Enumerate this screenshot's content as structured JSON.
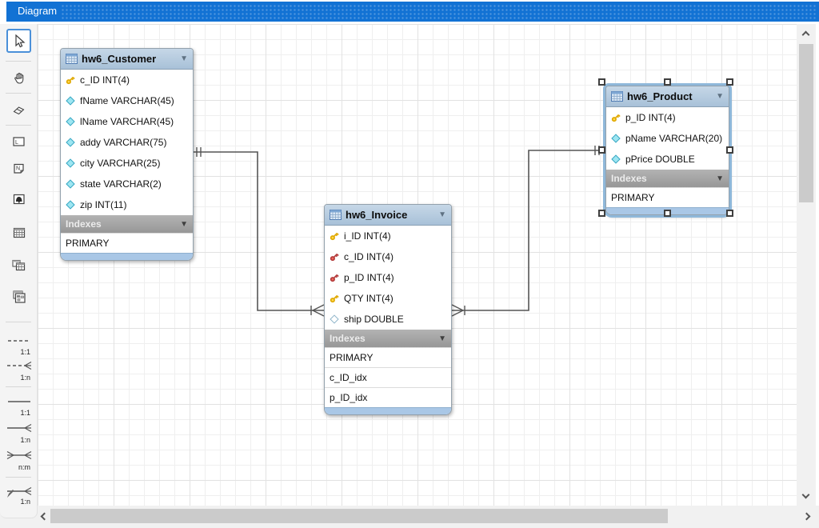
{
  "tab": {
    "title": "Diagram"
  },
  "toolbar": {
    "tools": [
      {
        "name": "pointer-tool",
        "selected": true
      },
      {
        "name": "hand-pan-tool"
      },
      {
        "name": "eraser-tool"
      },
      {
        "name": "layer-tool"
      },
      {
        "name": "note-tool"
      },
      {
        "name": "image-tool"
      },
      {
        "name": "table-tool"
      },
      {
        "name": "view-tool"
      },
      {
        "name": "routine-group-tool"
      }
    ],
    "relation_tools": [
      {
        "name": "rel-1to1-non-identifying",
        "label": "1:1",
        "style": "dashed"
      },
      {
        "name": "rel-1ton-non-identifying",
        "label": "1:n",
        "style": "dashed"
      },
      {
        "name": "rel-1to1-identifying",
        "label": "1:1",
        "style": "solid"
      },
      {
        "name": "rel-1ton-identifying",
        "label": "1:n",
        "style": "solid"
      },
      {
        "name": "rel-ntom-identifying",
        "label": "n:m",
        "style": "solid"
      },
      {
        "name": "rel-1ton-existing-columns",
        "label": "1:n",
        "style": "solid-pen"
      }
    ]
  },
  "tables": {
    "customer": {
      "title": "hw6_Customer",
      "columns": [
        {
          "icon": "primary-key",
          "label": "c_ID INT(4)"
        },
        {
          "icon": "attribute",
          "label": "fName VARCHAR(45)"
        },
        {
          "icon": "attribute",
          "label": "lName VARCHAR(45)"
        },
        {
          "icon": "attribute",
          "label": "addy VARCHAR(75)"
        },
        {
          "icon": "attribute",
          "label": "city VARCHAR(25)"
        },
        {
          "icon": "attribute",
          "label": "state VARCHAR(2)"
        },
        {
          "icon": "attribute",
          "label": "zip INT(11)"
        }
      ],
      "indexes_label": "Indexes",
      "indexes": [
        "PRIMARY"
      ]
    },
    "invoice": {
      "title": "hw6_Invoice",
      "columns": [
        {
          "icon": "primary-key",
          "label": "i_ID INT(4)"
        },
        {
          "icon": "foreign-key",
          "label": "c_ID INT(4)"
        },
        {
          "icon": "foreign-key",
          "label": "p_ID INT(4)"
        },
        {
          "icon": "primary-key",
          "label": "QTY INT(4)"
        },
        {
          "icon": "attribute-nullable",
          "label": "ship DOUBLE"
        }
      ],
      "indexes_label": "Indexes",
      "indexes": [
        "PRIMARY",
        "c_ID_idx",
        "p_ID_idx"
      ]
    },
    "product": {
      "title": "hw6_Product",
      "selected": true,
      "columns": [
        {
          "icon": "primary-key",
          "label": "p_ID INT(4)"
        },
        {
          "icon": "attribute",
          "label": "pName VARCHAR(20)"
        },
        {
          "icon": "attribute",
          "label": "pPrice DOUBLE"
        }
      ],
      "indexes_label": "Indexes",
      "indexes": [
        "PRIMARY"
      ]
    }
  },
  "relationships": [
    {
      "from": "hw6_Customer",
      "to": "hw6_Invoice",
      "cardinality": "1:n",
      "line": "solid"
    },
    {
      "from": "hw6_Product",
      "to": "hw6_Invoice",
      "cardinality": "1:n",
      "line": "solid"
    }
  ],
  "colors": {
    "tab_blue": "#1272d4",
    "table_header_blue": "#aec6dc",
    "table_footer_blue": "#a9c7e6",
    "indexes_gray": "#a6a6a6",
    "selection_blue": "#8fb8da",
    "connector_gray": "#555555"
  }
}
